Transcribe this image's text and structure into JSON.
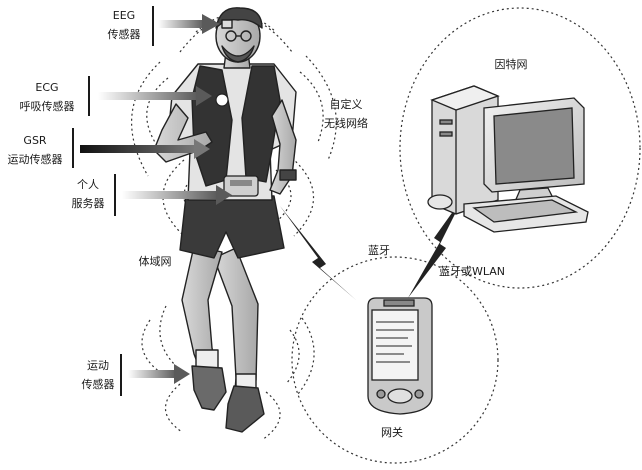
{
  "labels": {
    "eeg": {
      "line1": "EEG",
      "line2": "传感器"
    },
    "ecg": {
      "line1": "ECG",
      "line2": "呼吸传感器"
    },
    "gsr": {
      "line1": "GSR",
      "line2": "运动传感器"
    },
    "personal_server": {
      "line1": "个人",
      "line2": "服务器"
    },
    "motion": {
      "line1": "运动",
      "line2": "传感器"
    },
    "ban": "体域网",
    "custom_wireless": {
      "line1": "自定义",
      "line2": "无线网络"
    },
    "bluetooth": "蓝牙",
    "bt_wlan": "蓝牙或WLAN",
    "internet": "因特网",
    "gateway": "网关"
  }
}
